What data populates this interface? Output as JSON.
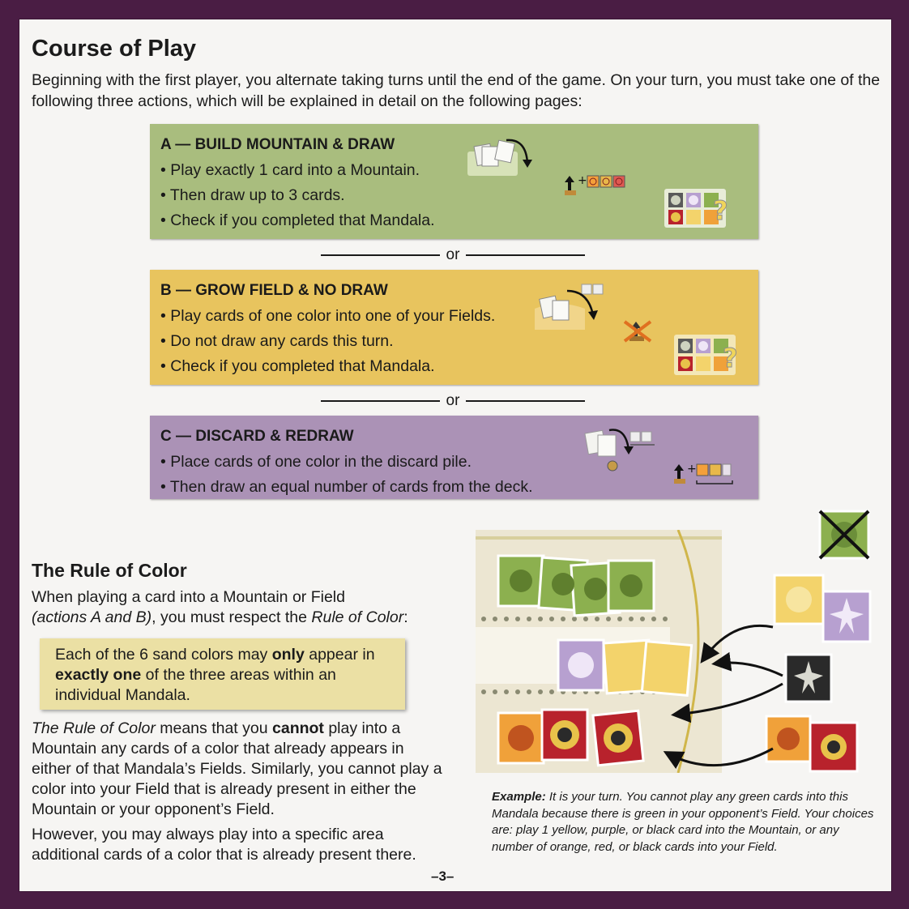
{
  "heading": "Course of Play",
  "intro": "Beginning with the first player, you alternate taking turns until the end of the game. On your turn, you must take one of the following three actions, which will be explained in detail on the following pages:",
  "actions": [
    {
      "title": "A — BUILD MOUNTAIN & DRAW",
      "items": [
        "• Play exactly 1 card into a Mountain.",
        "• Then draw up to 3 cards.",
        "• Check if you completed that Mandala."
      ]
    },
    {
      "title": "B — GROW FIELD & NO DRAW",
      "items": [
        "• Play cards of one color into one of your Fields.",
        "• Do not draw any cards this turn.",
        "• Check if you completed that Mandala."
      ]
    },
    {
      "title": "C — DISCARD & REDRAW",
      "items": [
        "• Place cards of one color in the discard pile.",
        "• Then draw an equal number of cards from the deck."
      ]
    }
  ],
  "separator": "or",
  "rule": {
    "heading": "The Rule of Color",
    "intro_1": "When playing a card into a Mountain or Field",
    "intro_2": "(actions A and B)",
    "intro_3": ", you must respect the ",
    "intro_4": "Rule of Color",
    "intro_5": ":",
    "box_1": "Each of the 6 sand colors may ",
    "box_2": "only",
    "box_3": " appear in ",
    "box_4": "exactly one",
    "box_5": " of the three areas within an individual Mandala.",
    "p1_1": "The Rule of Color",
    "p1_2": " means that you ",
    "p1_3": "cannot",
    "p1_4": " play into a Mountain any cards of a color that already appears in either of that Mandala’s Fields. Similarly, you cannot play a color into your Field that is already present in either the Mountain or your opponent’s Field.",
    "p2": "However, you may always play into a specific area additional cards of a color that is already present there."
  },
  "caption": {
    "label": "Example:",
    "text": " It is your turn. You cannot play any green cards into this Mandala because there is green in your opponent’s Field. Your choices are: play 1 yellow, purple, or black card into the Mountain, or any number of orange, red, or black cards into your Field."
  },
  "page_number": "–3–",
  "colors": {
    "green": "#8cb04f",
    "yellow": "#f3d36b",
    "purple": "#b7a0d0",
    "black": "#2a2a2a",
    "red": "#b8222c",
    "orange": "#f0a13a"
  }
}
